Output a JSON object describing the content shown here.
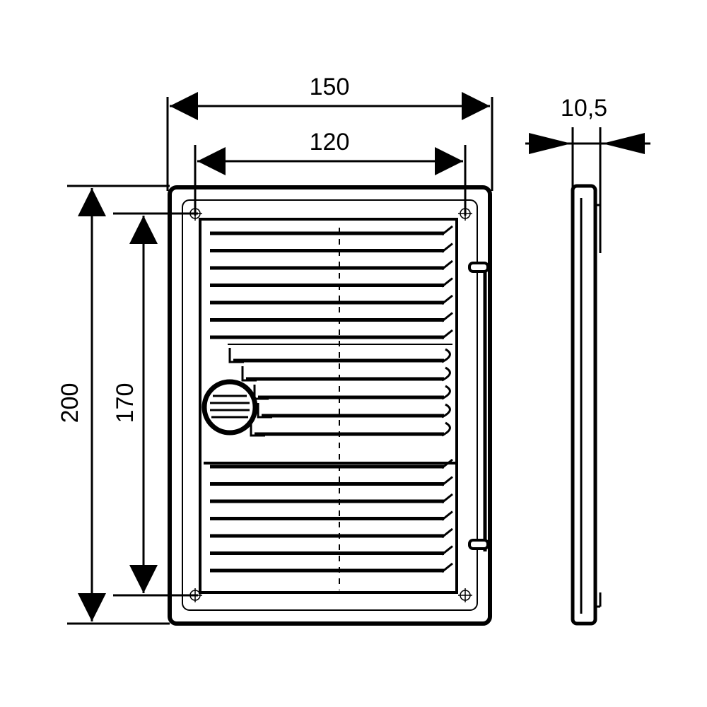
{
  "dimensions": {
    "outer_width": "150",
    "inner_width": "120",
    "outer_height": "200",
    "inner_height": "170",
    "depth": "10,5"
  },
  "colors": {
    "line": "#000000",
    "background": "#ffffff"
  }
}
